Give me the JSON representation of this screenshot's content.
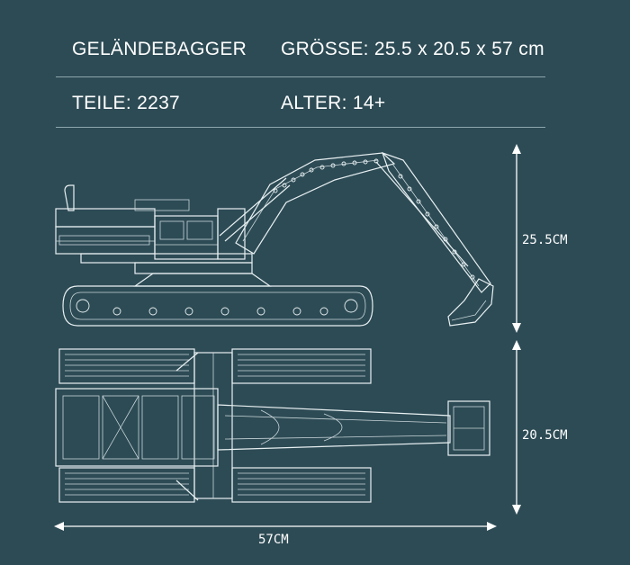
{
  "specs": {
    "name": "GELÄNDEBAGGER",
    "size": "GRÖSSE: 25.5 x 20.5 x 57 cm",
    "parts": "TEILE: 2237",
    "age": "ALTER: 14+"
  },
  "dimensions": {
    "height": "25.5CM",
    "width": "20.5CM",
    "length": "57CM"
  },
  "colors": {
    "background": "#2d4b55",
    "lines": "#e8f0f2"
  }
}
